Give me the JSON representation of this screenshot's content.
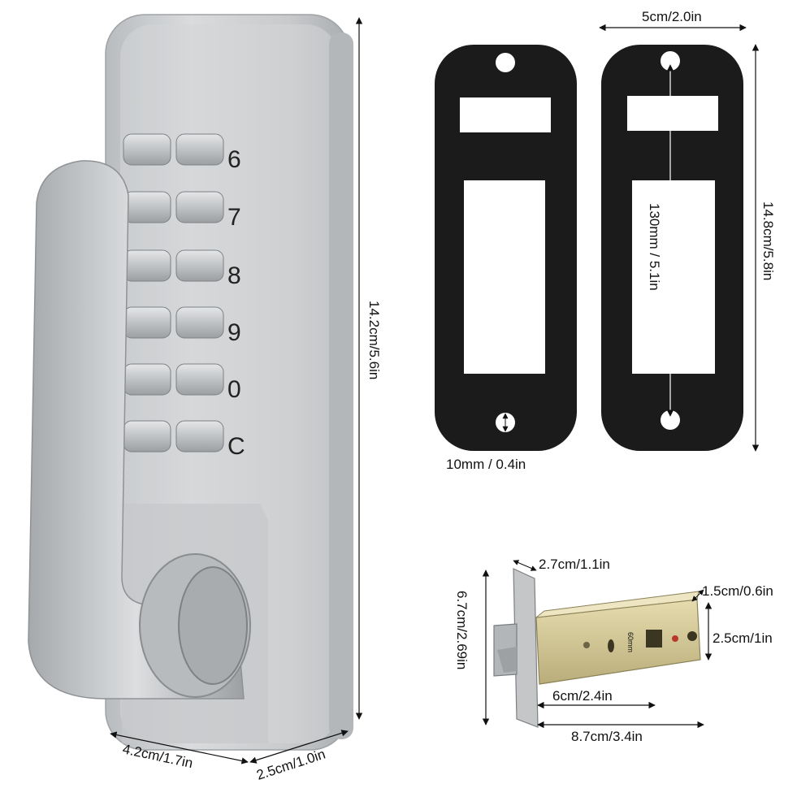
{
  "lock": {
    "height_label": "14.2cm/5.6in",
    "width_label": "4.2cm/1.7in",
    "depth_label": "2.5cm/1.0in",
    "keypad": {
      "rows": [
        {
          "digit": "6"
        },
        {
          "digit": "7"
        },
        {
          "digit": "8"
        },
        {
          "digit": "9"
        },
        {
          "digit": "0"
        },
        {
          "digit": "C"
        }
      ]
    }
  },
  "gaskets": {
    "width_label": "5cm/2.0in",
    "height_label": "14.8cm/5.8in",
    "hole_spacing_label": "130mm / 5.1in",
    "hole_label": "10mm / 0.4in"
  },
  "latch": {
    "faceplate_label": "2.7cm/1.1in",
    "height_label": "6.7cm/2.69in",
    "end_label": "1.5cm/0.6in",
    "body_height_label": "2.5cm/1in",
    "backset_label": "6cm/2.4in",
    "length_label": "8.7cm/3.4in",
    "stamp_text": "60mm"
  },
  "colors": {
    "metal": "#c9cbcd",
    "gasket": "#1b1b1b",
    "brass": "#d8cc9a"
  }
}
